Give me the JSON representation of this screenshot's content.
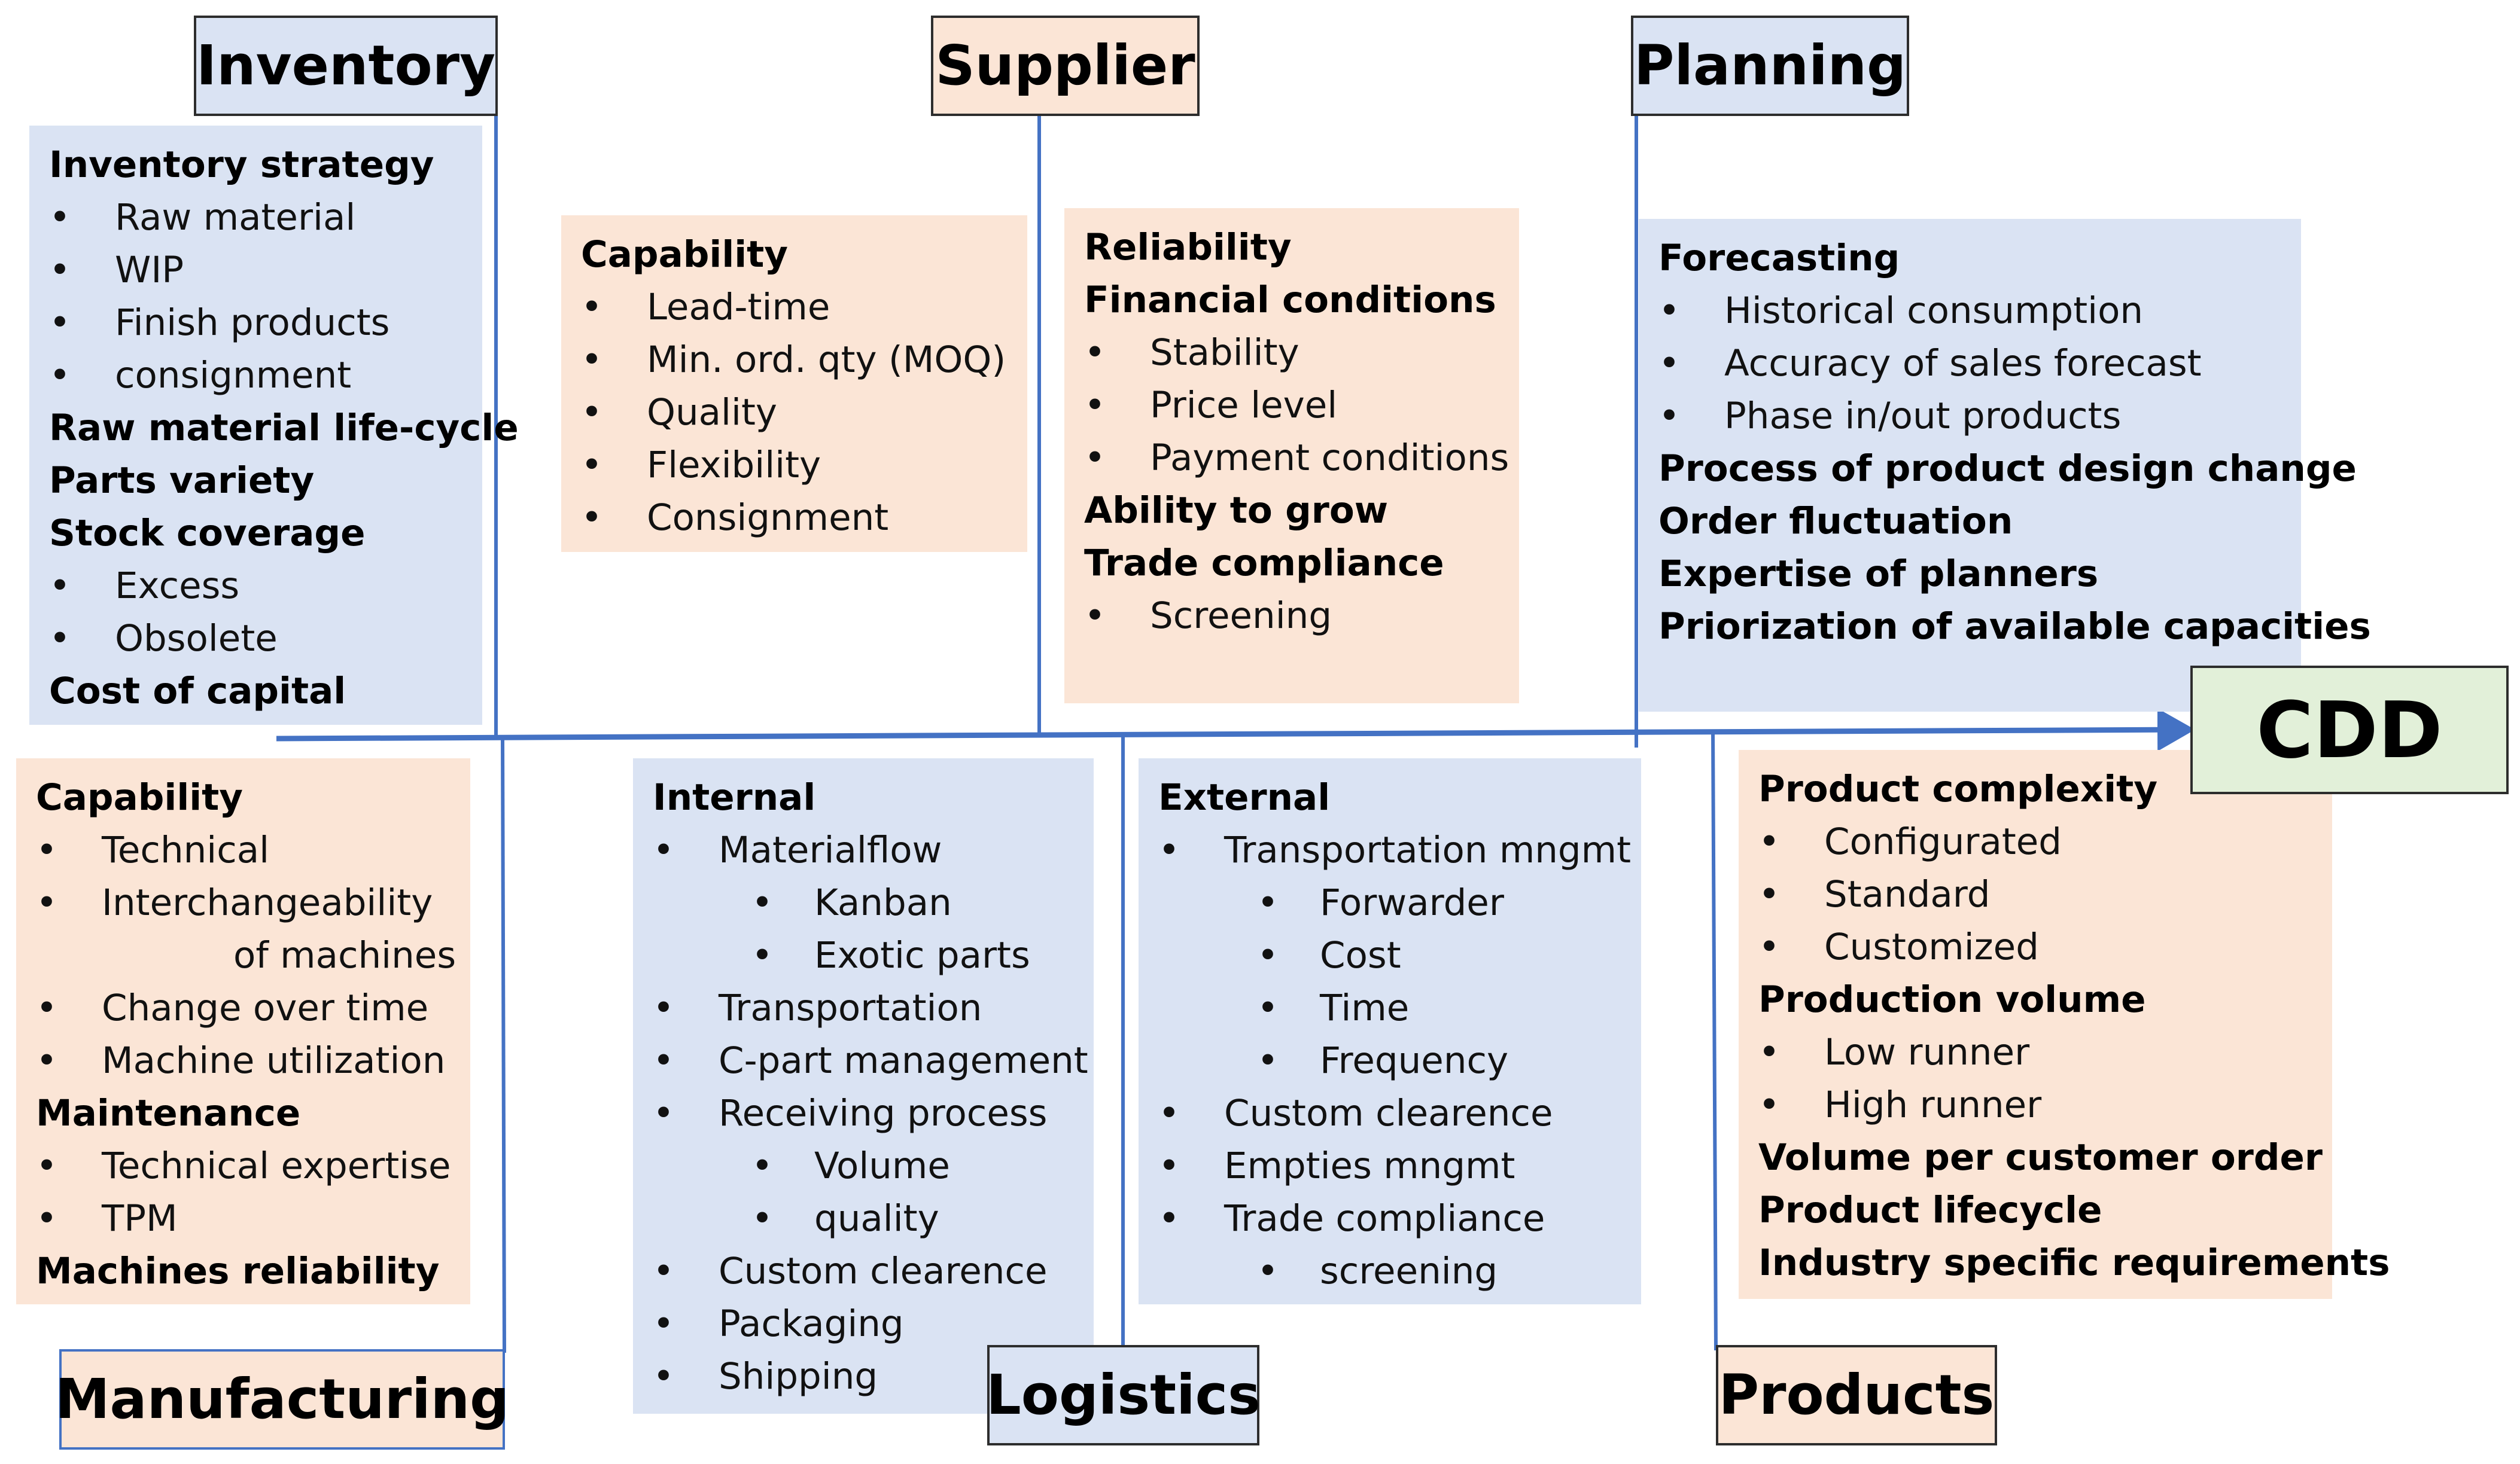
{
  "effect": "CDD",
  "categories": [
    {
      "id": "inventory",
      "label": "Inventory"
    },
    {
      "id": "supplier",
      "label": "Supplier"
    },
    {
      "id": "planning",
      "label": "Planning"
    },
    {
      "id": "manufacturing",
      "label": "Manufacturing"
    },
    {
      "id": "logistics",
      "label": "Logistics"
    },
    {
      "id": "products",
      "label": "Products"
    }
  ],
  "panels": [
    {
      "id": "inventory",
      "lines": [
        {
          "t": "Inventory strategy",
          "h": true
        },
        {
          "t": "Raw material",
          "lvl": 1
        },
        {
          "t": "WIP",
          "lvl": 1
        },
        {
          "t": "Finish products",
          "lvl": 1
        },
        {
          "t": "consignment",
          "lvl": 1
        },
        {
          "t": "Raw material life-cycle",
          "h": true
        },
        {
          "t": "Parts variety",
          "h": true
        },
        {
          "t": "Stock coverage",
          "h": true
        },
        {
          "t": "Excess",
          "lvl": 1
        },
        {
          "t": "Obsolete",
          "lvl": 1
        },
        {
          "t": "Cost of capital",
          "h": true
        }
      ]
    },
    {
      "id": "supplier-capability",
      "lines": [
        {
          "t": "Capability",
          "h": true
        },
        {
          "t": "Lead-time",
          "lvl": 1
        },
        {
          "t": "Min. ord. qty (MOQ)",
          "lvl": 1
        },
        {
          "t": "Quality",
          "lvl": 1
        },
        {
          "t": "Flexibility",
          "lvl": 1
        },
        {
          "t": "Consignment",
          "lvl": 1
        }
      ]
    },
    {
      "id": "supplier-reliability",
      "lines": [
        {
          "t": "Reliability",
          "h": true
        },
        {
          "t": "Financial conditions",
          "h": true
        },
        {
          "t": "Stability",
          "lvl": 1
        },
        {
          "t": "Price level",
          "lvl": 1
        },
        {
          "t": "Payment conditions",
          "lvl": 1
        },
        {
          "t": "Ability to grow",
          "h": true
        },
        {
          "t": "Trade compliance",
          "h": true
        },
        {
          "t": "Screening",
          "lvl": 1
        }
      ]
    },
    {
      "id": "planning",
      "lines": [
        {
          "t": "Forecasting",
          "h": true
        },
        {
          "t": "Historical consumption",
          "lvl": 1
        },
        {
          "t": "Accuracy of sales forecast",
          "lvl": 1
        },
        {
          "t": "Phase in/out products",
          "lvl": 1
        },
        {
          "t": "Process of product design change",
          "h": true
        },
        {
          "t": "Order fluctuation",
          "h": true
        },
        {
          "t": "Expertise of planners",
          "h": true
        },
        {
          "t": "Priorization  of available capacities",
          "h": true
        }
      ]
    },
    {
      "id": "manufacturing",
      "lines": [
        {
          "t": "Capability",
          "h": true
        },
        {
          "t": "Technical",
          "lvl": 1
        },
        {
          "t": "Interchangeability",
          "lvl": 1
        },
        {
          "t": "of machines",
          "lvl": 0,
          "cont": true
        },
        {
          "t": "Change over time",
          "lvl": 1
        },
        {
          "t": "Machine utilization",
          "lvl": 1
        },
        {
          "t": "Maintenance",
          "h": true
        },
        {
          "t": "Technical expertise",
          "lvl": 1
        },
        {
          "t": "TPM",
          "lvl": 1
        },
        {
          "t": "Machines reliability",
          "h": true
        }
      ]
    },
    {
      "id": "logistics-internal",
      "lines": [
        {
          "t": "Internal",
          "h": true
        },
        {
          "t": "Materialflow",
          "lvl": 1
        },
        {
          "t": "Kanban",
          "lvl": 2
        },
        {
          "t": "Exotic parts",
          "lvl": 2
        },
        {
          "t": "Transportation",
          "lvl": 1
        },
        {
          "t": "C-part management",
          "lvl": 1
        },
        {
          "t": "Receiving process",
          "lvl": 1
        },
        {
          "t": "Volume",
          "lvl": 2
        },
        {
          "t": "quality",
          "lvl": 2
        },
        {
          "t": "Custom clearence",
          "lvl": 1
        },
        {
          "t": "Packaging",
          "lvl": 1
        },
        {
          "t": "Shipping",
          "lvl": 1
        }
      ]
    },
    {
      "id": "logistics-external",
      "lines": [
        {
          "t": "External",
          "h": true
        },
        {
          "t": "Transportation mngmt",
          "lvl": 1
        },
        {
          "t": "Forwarder",
          "lvl": 2
        },
        {
          "t": "Cost",
          "lvl": 2
        },
        {
          "t": "Time",
          "lvl": 2
        },
        {
          "t": "Frequency",
          "lvl": 2
        },
        {
          "t": "Custom clearence",
          "lvl": 1
        },
        {
          "t": "Empties mngmt",
          "lvl": 1
        },
        {
          "t": "Trade compliance",
          "lvl": 1
        },
        {
          "t": "screening",
          "lvl": 2
        }
      ]
    },
    {
      "id": "products",
      "lines": [
        {
          "t": "Product complexity",
          "h": true
        },
        {
          "t": "Configurated",
          "lvl": 1
        },
        {
          "t": "Standard",
          "lvl": 1
        },
        {
          "t": "Customized",
          "lvl": 1
        },
        {
          "t": "Production  volume",
          "h": true
        },
        {
          "t": "Low runner",
          "lvl": 1
        },
        {
          "t": "High runner",
          "lvl": 1
        },
        {
          "t": "Volume per customer order",
          "h": true
        },
        {
          "t": "Product lifecycle",
          "h": true
        },
        {
          "t": "Industry specific requirements",
          "h": true
        }
      ]
    }
  ],
  "colors": {
    "spine": "#4472c4",
    "blue_fill": "#dae3f3",
    "peach_fill": "#fbe5d6",
    "effect_fill": "#e2f0d9",
    "border": "#2d2d2d"
  }
}
